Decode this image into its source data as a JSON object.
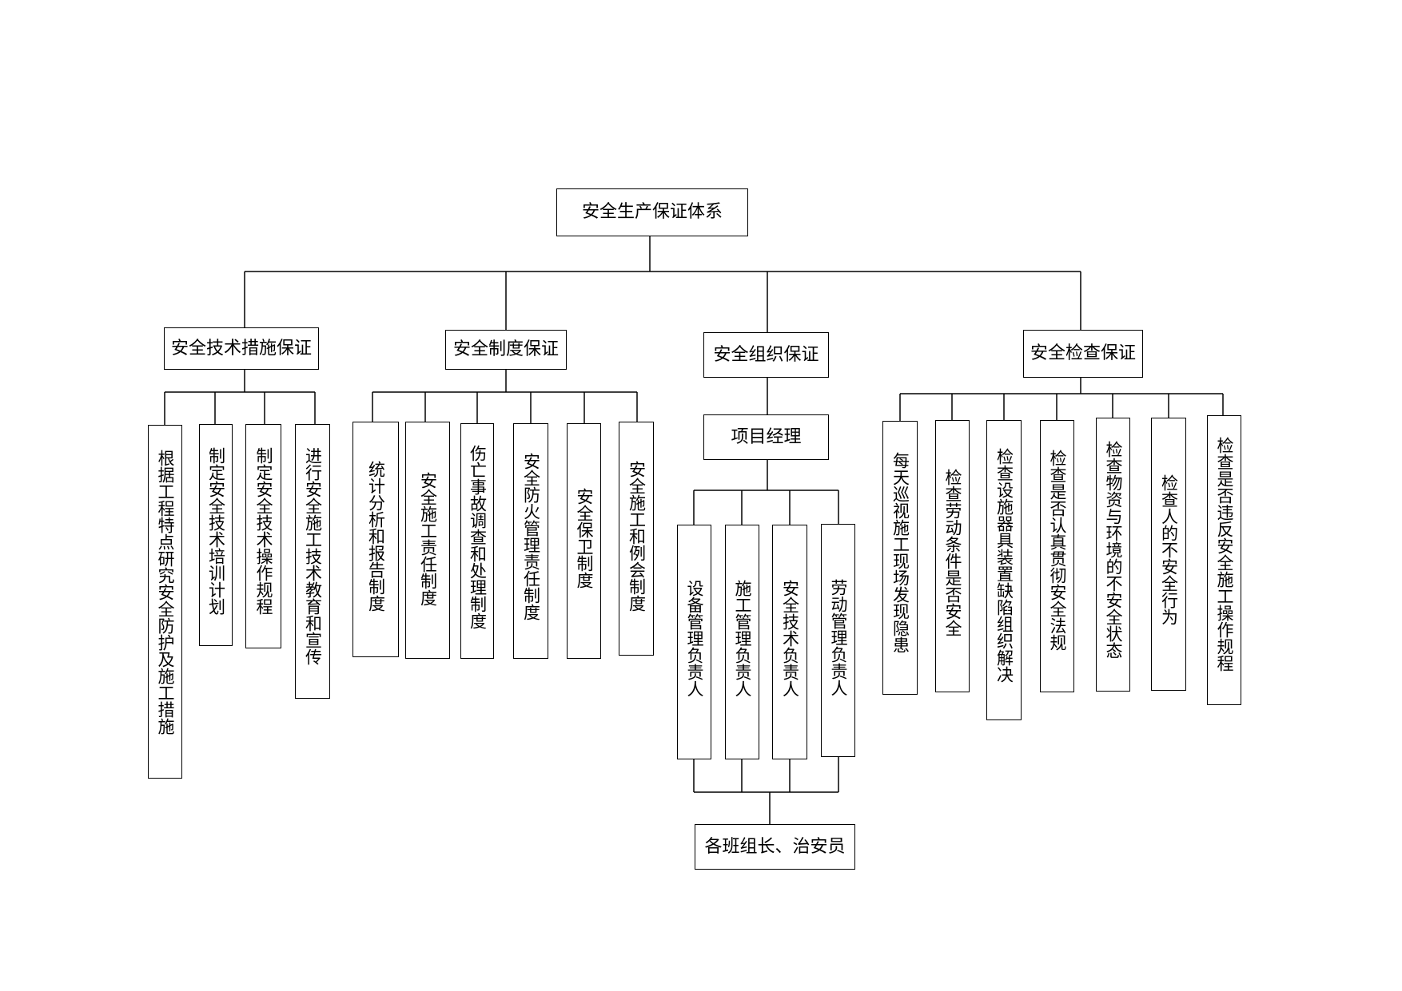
{
  "root": "安全生产保证体系",
  "categories": {
    "tech": "安全技术措施保证",
    "system": "安全制度保证",
    "org": "安全组织保证",
    "inspect": "安全检查保证"
  },
  "tech_items": [
    "根据工程特点研究安全防护及施工措施",
    "制定安全技术培训计划",
    "制定安全技术操作规程",
    "进行安全施工技术教育和宣传"
  ],
  "system_items": [
    "统计分析和报告制度",
    "安全施工责任制度",
    "伤亡事故调查和处理制度",
    "安全防火管理责任制度",
    "安全保卫制度",
    "安全施工和例会制度"
  ],
  "org_manager": "项目经理",
  "org_items": [
    "设备管理负责人",
    "施工管理负责人",
    "安全技术负责人",
    "劳动管理负责人"
  ],
  "org_bottom": "各班组长、治安员",
  "inspect_items": [
    "每天巡视施工现场发现隐患",
    "检查劳动条件是否安全",
    "检查设施器具装置缺陷组织解决",
    "检查是否认真贯彻安全法规",
    "检查物资与环境的不安全状态",
    "检查人的不安全行为",
    "检查是否违反安全施工操作规程"
  ]
}
